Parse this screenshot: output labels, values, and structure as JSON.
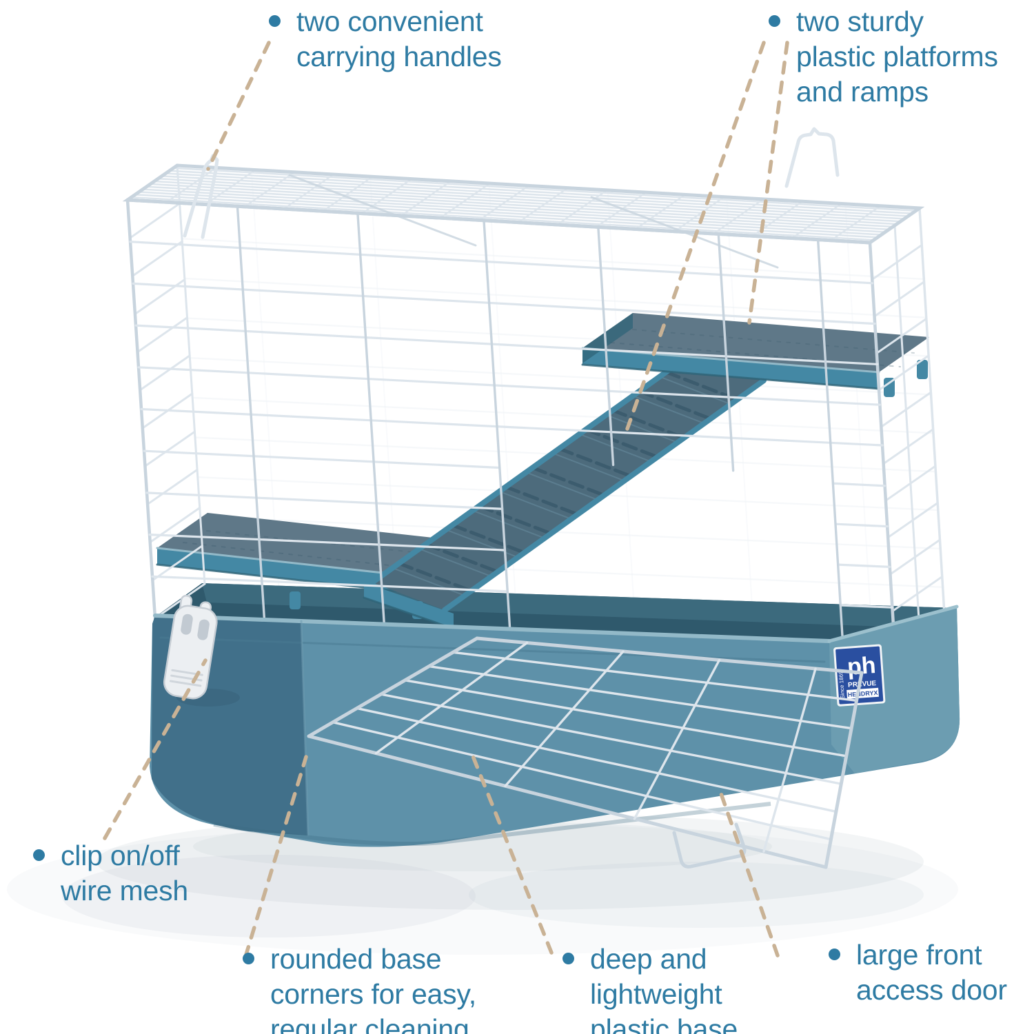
{
  "callouts": [
    {
      "id": "carrying-handles",
      "lines": [
        "two convenient",
        "carrying handles"
      ]
    },
    {
      "id": "platforms-ramps",
      "lines": [
        "two sturdy",
        "plastic platforms",
        "and ramps"
      ]
    },
    {
      "id": "clip-wire-mesh",
      "lines": [
        "clip on/off",
        "wire mesh"
      ]
    },
    {
      "id": "rounded-base",
      "lines": [
        "rounded base",
        "corners for easy,",
        "regular cleaning"
      ]
    },
    {
      "id": "plastic-base",
      "lines": [
        "deep and",
        "lightweight",
        "plastic base"
      ]
    },
    {
      "id": "access-door",
      "lines": [
        "large front",
        "access door"
      ]
    }
  ],
  "brand_badge": {
    "logo_text": "ph",
    "brand": "PREVUE",
    "brand2": "HENDRYX",
    "since": "Since 1869"
  },
  "colors": {
    "label_text": "#2e7ba3",
    "callout_dash": "#c9b295",
    "wire": "#dde5ec",
    "wire_shade": "#c8d4de",
    "wire_bright": "#eef3f7",
    "base_front": "#5e91a9",
    "base_left": "#41708a",
    "base_right": "#6c9db1",
    "base_interior": "#2f596c",
    "base_back_wall": "#3e6b80",
    "rim_highlight": "#93b9c8",
    "platform_surface": "#5f7888",
    "platform_edge": "#4488a4",
    "platform_edge_dark": "#2f6478",
    "ramp_surface": "#4d6b7c",
    "ramp_tread": "#3a5a6c",
    "badge_blue": "#2a4fa0",
    "shadow": "#a9b8c2"
  }
}
